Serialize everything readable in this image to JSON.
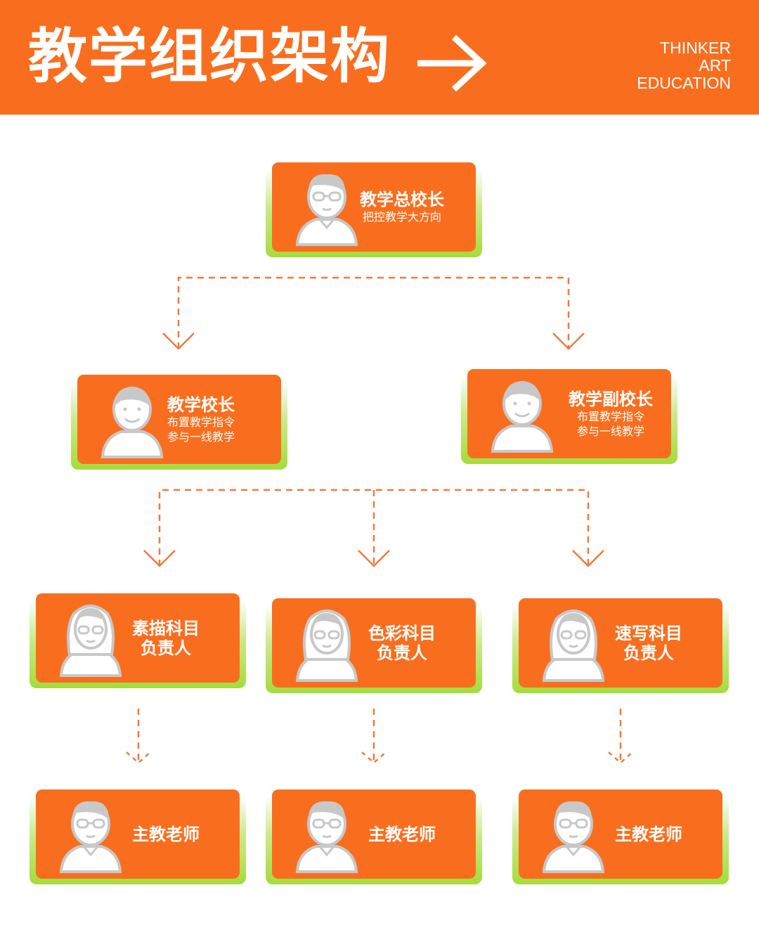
{
  "header": {
    "title": "教学组织架构",
    "brand": [
      "THINKER",
      "ART",
      "EDUCATION"
    ]
  },
  "colors": {
    "orange": "#F96E1E",
    "green": "#A5DC3A",
    "avatar": "#D0D0D0"
  },
  "nodes": {
    "principal": {
      "name": "教学总校长",
      "desc": [
        "把控教学大方向"
      ],
      "icon": "man-glasses-tie-icon"
    },
    "teaching_principal": {
      "name": "教学校长",
      "desc": [
        "布置教学指令",
        "参与一线教学"
      ],
      "icon": "man-icon"
    },
    "vice_principal": {
      "name": "教学副校长",
      "desc": [
        "布置教学指令",
        "参与一线教学"
      ],
      "icon": "man-icon"
    },
    "sketch_lead": {
      "name": [
        "素描科目",
        "负责人"
      ],
      "icon": "woman-curly-glasses-icon"
    },
    "color_lead": {
      "name": [
        "色彩科目",
        "负责人"
      ],
      "icon": "woman-long-hair-glasses-icon"
    },
    "quick_sketch_lead": {
      "name": [
        "速写科目",
        "负责人"
      ],
      "icon": "woman-short-hair-icon"
    },
    "teacher1": {
      "name": "主教老师",
      "icon": "man-glasses-icon"
    },
    "teacher2": {
      "name": "主教老师",
      "icon": "man-glasses-icon"
    },
    "teacher3": {
      "name": "主教老师",
      "icon": "man-glasses-icon"
    }
  }
}
